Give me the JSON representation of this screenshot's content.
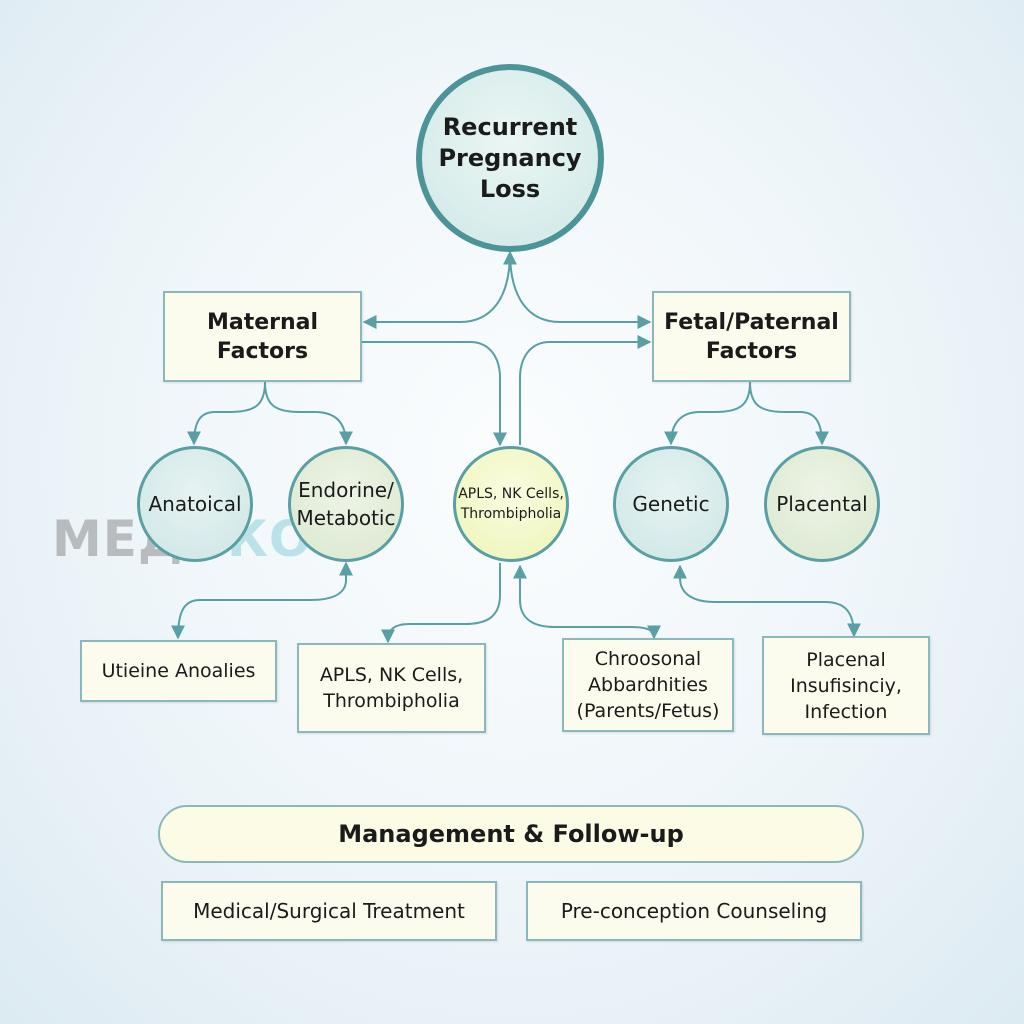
{
  "diagram": {
    "root": "Recurrent\nPregnancy\nLoss",
    "maternal": "Maternal\nFactors",
    "fetal": "Fetal/Paternal\nFactors",
    "anatomical": "Anatoical",
    "endocrine": "Endorine/\nMetabotic",
    "immune": "APLS, NK Cells,\nThrombipholia",
    "genetic": "Genetic",
    "placental": "Placental",
    "uterine": "Utieine Anoalies",
    "immune_detail": "APLS, NK Cells,\nThrombipholia",
    "chromosomal": "Chroosonal\nAbbardhities\n(Parents/Fetus)",
    "placental_detail": "Placenal\nInsufisinciy,\nInfection",
    "management": "Management & Follow-up",
    "treatment": "Medical/Surgical Treatment",
    "counseling": "Pre-conception Counseling"
  },
  "watermark": {
    "part1": "МЕД",
    "part2": "ОКО"
  },
  "colors": {
    "line": "#5a9fa3",
    "circle_teal": "#d3ebea",
    "circle_sage": "#dfebd6",
    "circle_yellow": "#f2f6c6",
    "box_fill": "#fbfbee"
  }
}
